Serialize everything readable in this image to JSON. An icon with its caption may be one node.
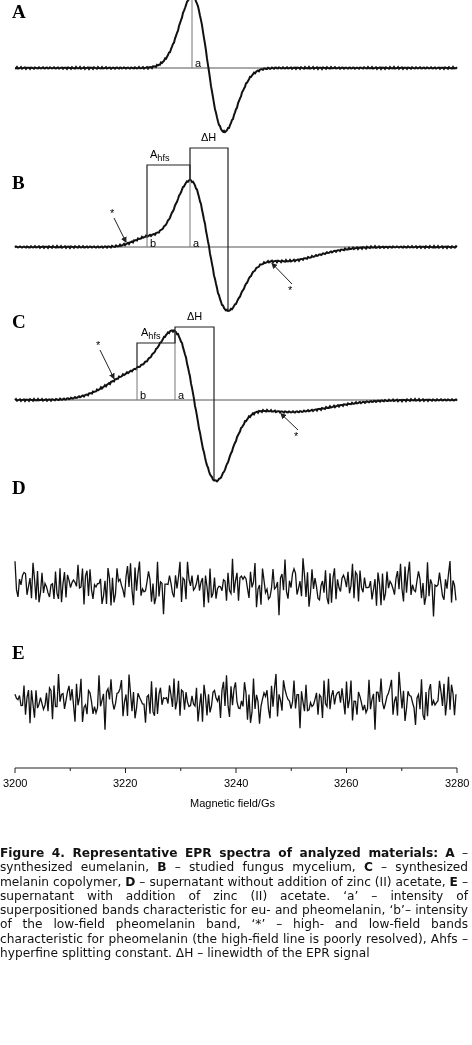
{
  "diagram": {
    "caption": "**Figure 4. Representative EPR spectra of analyzed materials:** **A** – synthesized eumelanin, **B** – studied fungus mycelium, **C** – synthesized melanin copolymer, **D** – supernatant without addition of zinc (II) acetate, **E** – supernatant with addition of zinc (II) acetate. ‘a’ – intensity of superpositioned bands characteristic for eu- and pheomelanin, ‘b’– intensity of the low-field pheomelanin band, ‘*’ – high- and low-field bands characteristic for pheomelanin (the high-field line is poorly resolved), Ahfs – hyperfine splitting constant. ΔH – linewidth of the EPR signal",
    "nodes": [
      {
        "text": [
          "*"
        ]
      },
      {
        "text": [
          "*"
        ]
      },
      {
        "text": [
          "*"
        ]
      },
      {
        "text": [
          "*"
        ]
      }
    ],
    "edges": [
      {
        "from": 0,
        "to": null,
        "arrow": "to"
      },
      {
        "from": 1,
        "to": null,
        "arrow": "to"
      },
      {
        "from": 2,
        "to": null,
        "arrow": "to"
      },
      {
        "from": 3,
        "to": null,
        "arrow": "to"
      }
    ],
    "labels": [
      "A",
      "a",
      "B",
      "A$_{hfs}$",
      "ΔH",
      "b",
      "a",
      "C",
      "A$_{hfs}$",
      "ΔH",
      "b",
      "a",
      "D",
      "E",
      "3200",
      "3220",
      "3240",
      "3260",
      "3280",
      "Magnetic field/Gs"
    ]
  }
}
